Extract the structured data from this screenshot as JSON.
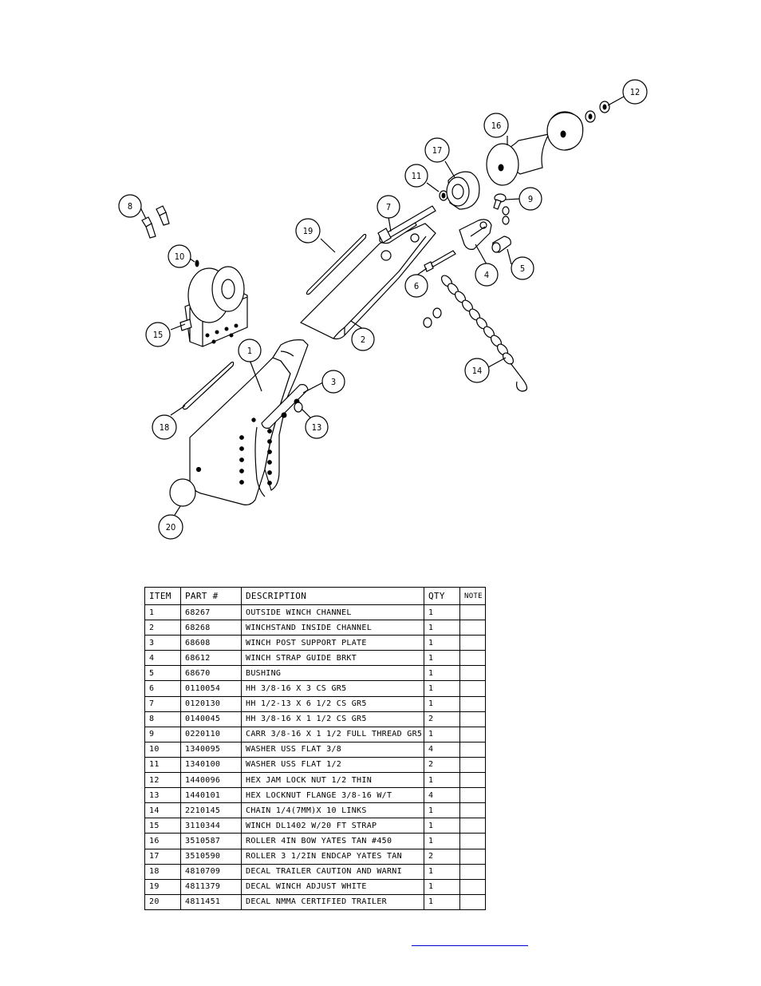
{
  "callouts": [
    "1",
    "2",
    "3",
    "4",
    "5",
    "6",
    "7",
    "8",
    "9",
    "10",
    "11",
    "12",
    "13",
    "14",
    "15",
    "16",
    "17",
    "18",
    "19",
    "20"
  ],
  "table": {
    "headers": [
      "ITEM",
      "PART #",
      "DESCRIPTION",
      "QTY",
      "NOTE"
    ],
    "rows": [
      [
        "1",
        "68267",
        "OUTSIDE WINCH CHANNEL",
        "1",
        ""
      ],
      [
        "2",
        "68268",
        "WINCHSTAND   INSIDE CHANNEL",
        "1",
        ""
      ],
      [
        "3",
        "68608",
        "WINCH POST SUPPORT PLATE",
        "1",
        ""
      ],
      [
        "4",
        "68612",
        "WINCH STRAP GUIDE BRKT",
        "1",
        ""
      ],
      [
        "5",
        "68670",
        "BUSHING",
        "1",
        ""
      ],
      [
        "6",
        "0110054",
        "HH 3/8-16 X 3 CS GR5",
        "1",
        ""
      ],
      [
        "7",
        "0120130",
        "HH 1/2-13 X 6 1/2 CS GR5",
        "1",
        ""
      ],
      [
        "8",
        "0140045",
        "HH 3/8-16 X 1 1/2 CS GR5",
        "2",
        ""
      ],
      [
        "9",
        "0220110",
        "CARR 3/8-16 X 1 1/2 FULL THREAD GR5",
        "1",
        ""
      ],
      [
        "10",
        "1340095",
        "WASHER USS FLAT 3/8",
        "4",
        ""
      ],
      [
        "11",
        "1340100",
        "WASHER USS FLAT 1/2",
        "2",
        ""
      ],
      [
        "12",
        "1440096",
        "HEX JAM LOCK NUT 1/2 THIN",
        "1",
        ""
      ],
      [
        "13",
        "1440101",
        "HEX LOCKNUT FLANGE 3/8-16 W/T",
        "4",
        ""
      ],
      [
        "14",
        "2210145",
        "CHAIN 1/4(7MM)X 10 LINKS",
        "1",
        ""
      ],
      [
        "15",
        "3110344",
        "WINCH DL1402 W/20 FT STRAP",
        "1",
        ""
      ],
      [
        "16",
        "3510587",
        "ROLLER 4IN BOW YATES TAN #450",
        "1",
        ""
      ],
      [
        "17",
        "3510590",
        "ROLLER 3 1/2IN ENDCAP YATES TAN",
        "2",
        ""
      ],
      [
        "18",
        "4810709",
        "DECAL TRAILER CAUTION AND WARNI",
        "1",
        ""
      ],
      [
        "19",
        "4811379",
        "DECAL WINCH ADJUST WHITE",
        "1",
        ""
      ],
      [
        "20",
        "4811451",
        "DECAL NMMA CERTIFIED TRAILER",
        "1",
        ""
      ]
    ]
  }
}
